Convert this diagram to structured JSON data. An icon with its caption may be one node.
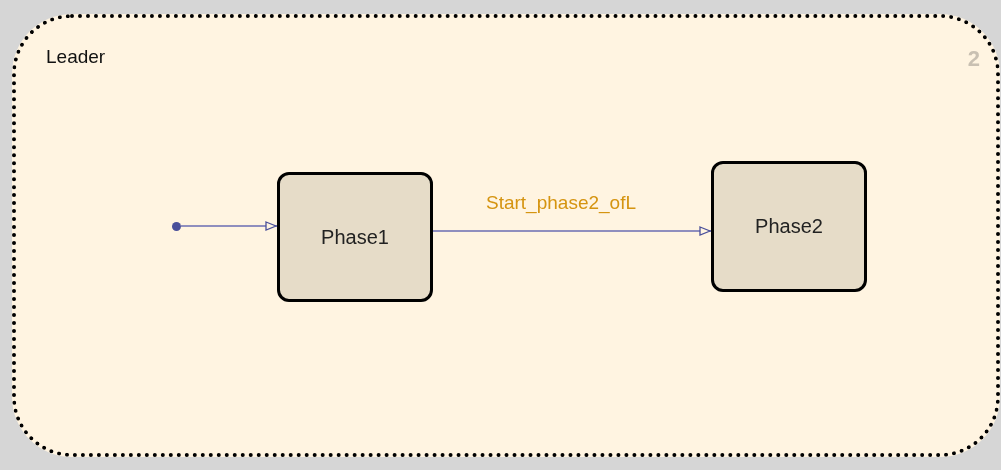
{
  "diagram": {
    "nodes": [
      {
        "text": [
          "Leader",
          "2"
        ]
      },
      {
        "text": [
          "Phase1"
        ],
        "in": 0
      },
      {
        "text": [
          "Phase2"
        ],
        "in": 0
      },
      {
        "text": [],
        "shape": "circle",
        "in": 0
      }
    ],
    "edges": [
      {
        "from": 3,
        "to": 1,
        "arrow": "to"
      },
      {
        "from": 1,
        "to": 2,
        "arrow": "to",
        "label": "Start_phase2_ofL"
      }
    ]
  }
}
